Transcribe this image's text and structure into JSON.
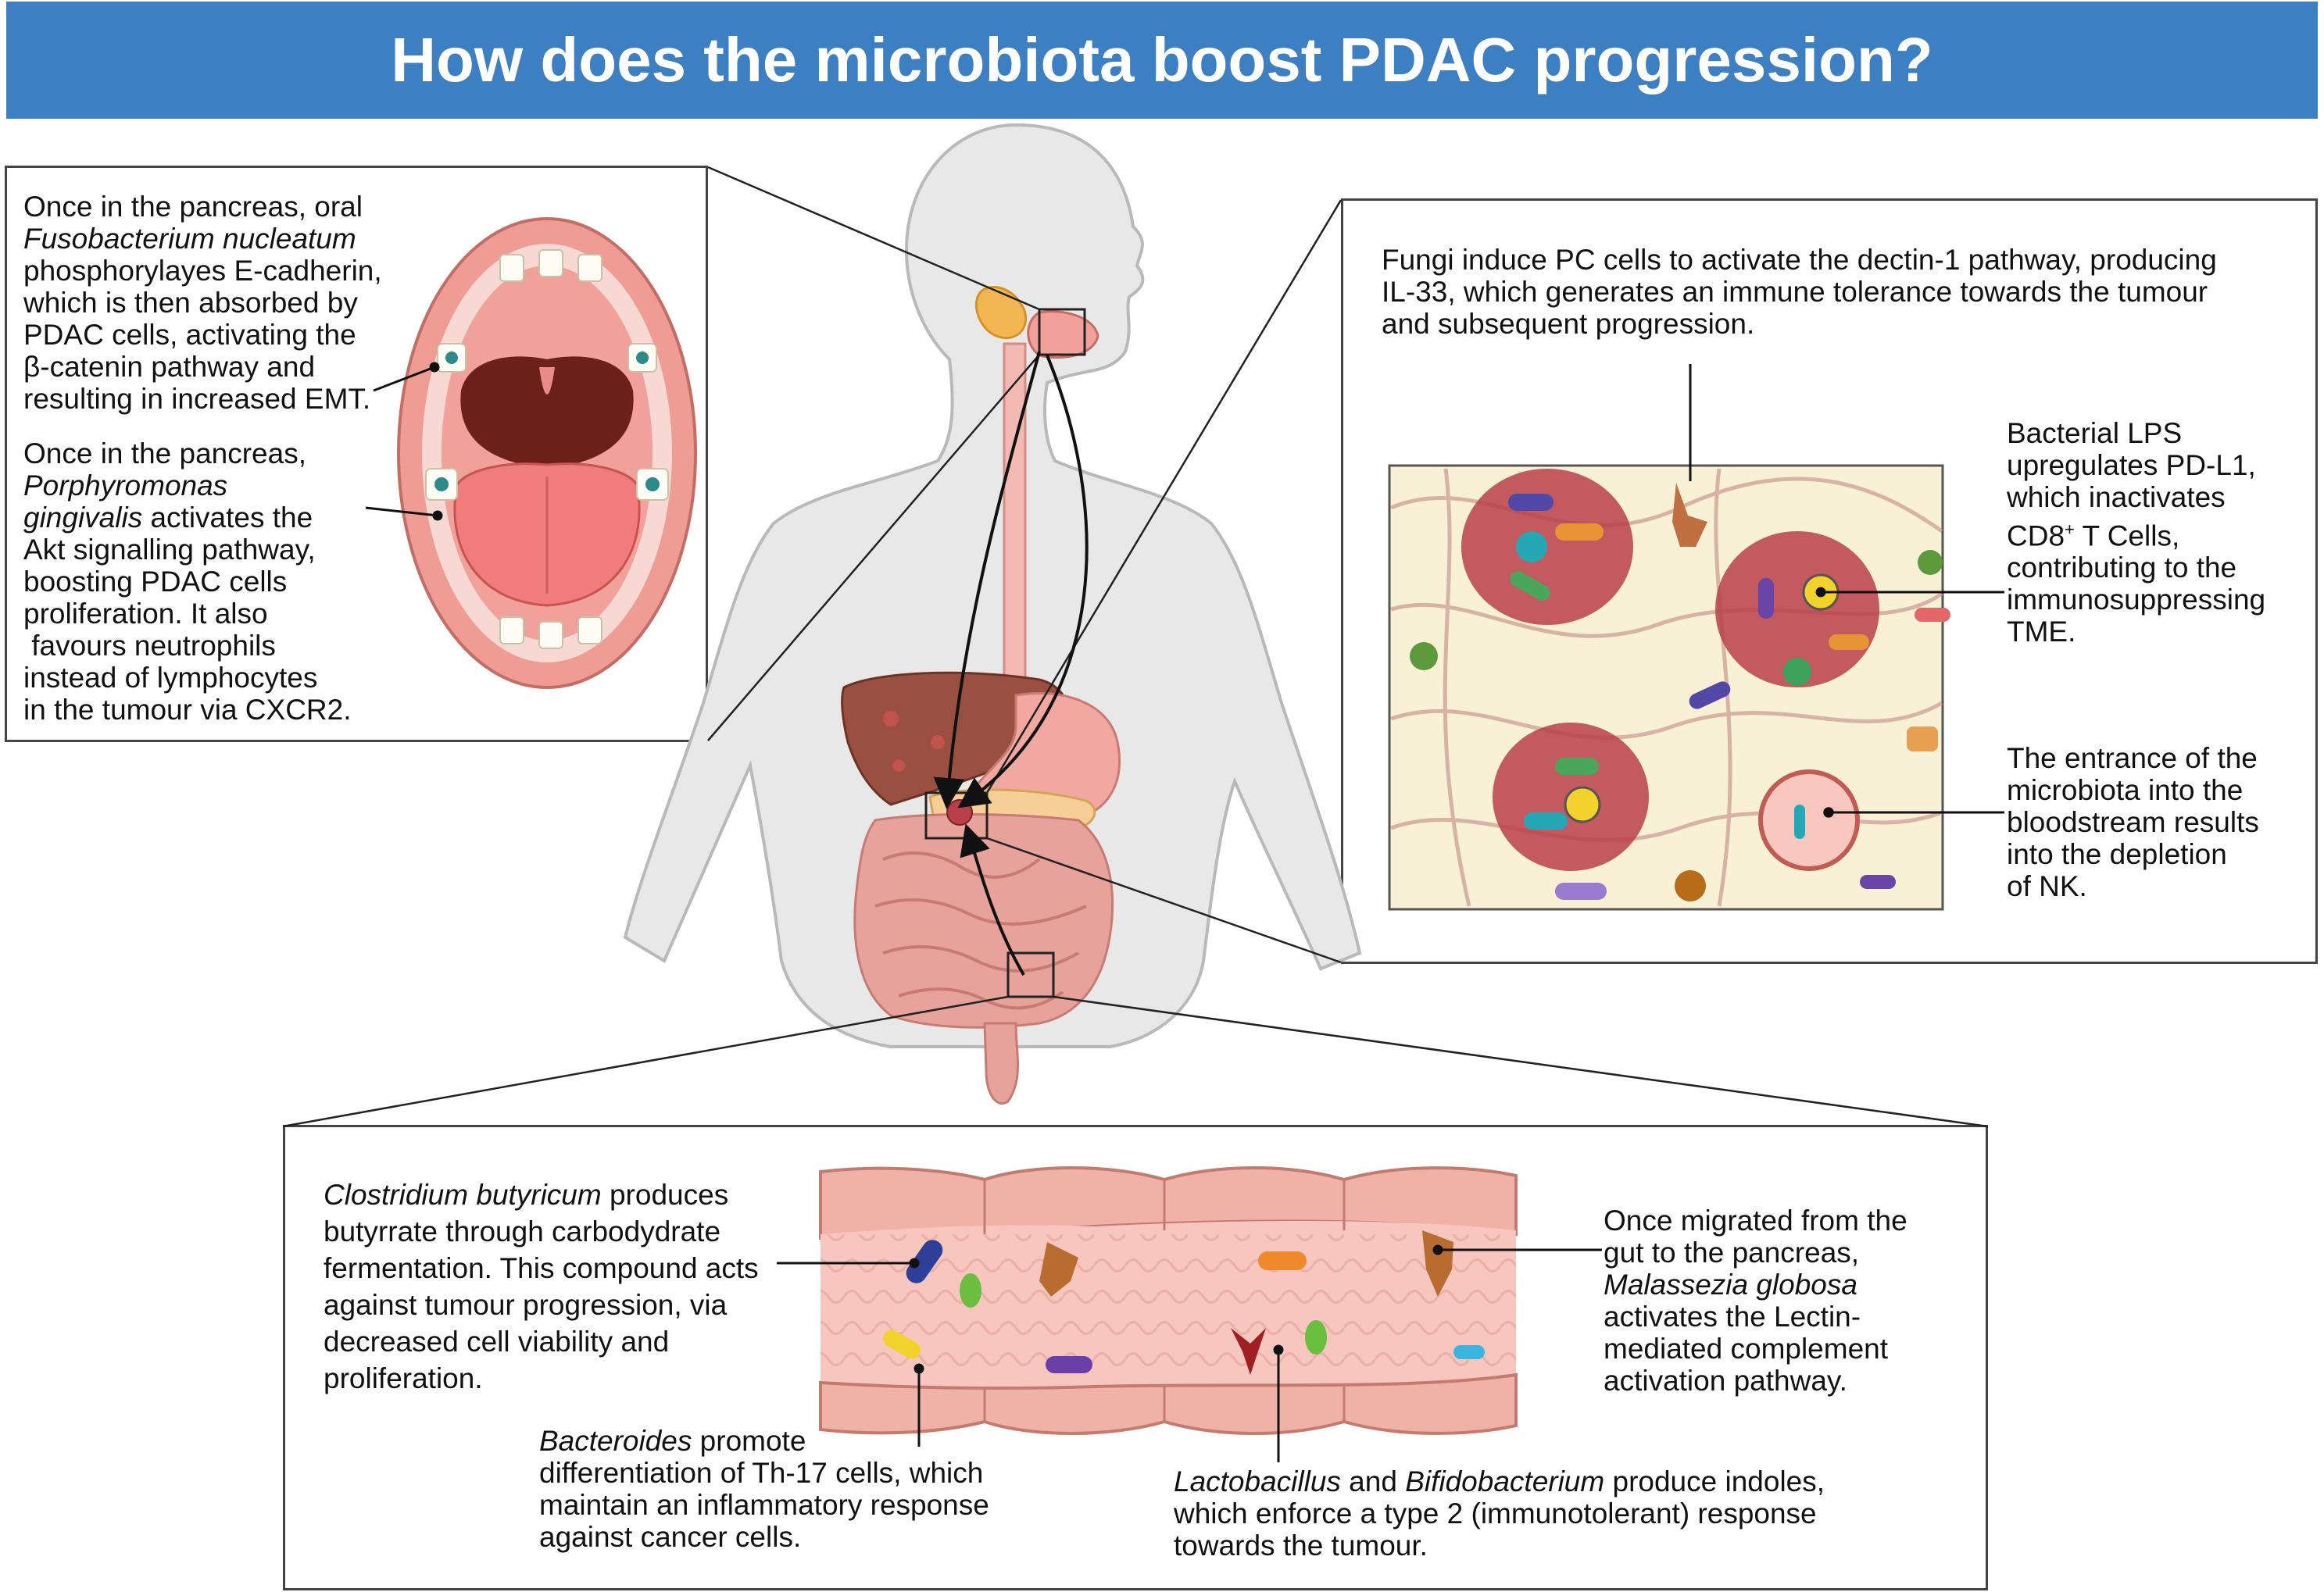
{
  "title": "How does the microbiota boost PDAC progression?",
  "colors": {
    "banner": "#3c7fc2",
    "skin": "#e8e8e8",
    "skin_outline": "#b9b9b9",
    "mouth_pink": "#f2a19a",
    "tongue": "#f07d7b",
    "throat": "#6b2019",
    "liver": "#9a5040",
    "intestine": "#e7a29b",
    "tme_background": "#f8f1d6",
    "tumour": "#b8404a",
    "gut_wall": "#f5b2ab",
    "connector": "#222222"
  },
  "mouth_panel": {
    "fusobacterium": {
      "pre": "Once in the pancreas, oral",
      "species": "Fusobacterium nucleatum",
      "post": [
        "phosphorylayes  E-cadherin,",
        "which is then absorbed by",
        "PDAC cells, activating the",
        "β-catenin pathway and",
        "resulting in increased EMT."
      ]
    },
    "porphyromonas": {
      "pre": "Once in the pancreas,",
      "species1": "Porphyromonas",
      "species2": "gingivalis",
      "post_inline": " activates the",
      "post": [
        "Akt signalling pathway,",
        "boosting PDAC cells",
        "proliferation. It also",
        " favours neutrophils",
        "instead of lymphocytes",
        "in the tumour via CXCR2."
      ]
    }
  },
  "tme_panel": {
    "fungi": [
      "Fungi induce PC cells to activate the dectin-1 pathway, producing",
      "IL-33, which generates an immune tolerance towards the tumour",
      "and subsequent progression."
    ],
    "lps": {
      "lines1": [
        "Bacterial LPS",
        "upregulates PD-L1,",
        "which inactivates"
      ],
      "cd8_base": "CD8",
      "cd8_sup": "+",
      "cd8_rest": " T Cells,",
      "lines2": [
        "contributing to the",
        "immunosuppressing",
        "TME."
      ]
    },
    "nk": [
      "The entrance of the",
      "microbiota into the",
      "bloodstream results",
      "into the depletion",
      "of NK."
    ]
  },
  "gut_panel": {
    "clostridium": {
      "species": "Clostridium butyricum",
      "inline": " produces",
      "lines": [
        "butyrrate through carbodydrate",
        "fermentation. This compound acts",
        "against tumour progression, via",
        "decreased cell viability and",
        "proliferation."
      ]
    },
    "bacteroides": {
      "species": "Bacteroides",
      "inline": " promote",
      "lines": [
        "differentiation of Th-17 cells, which",
        "maintain an inflammatory response",
        "against cancer cells."
      ]
    },
    "lactobacillus": {
      "species1": "Lactobacillus",
      "and": " and ",
      "species2": "Bifidobacterium",
      "inline": " produce indoles,",
      "lines": [
        "which enforce a type 2 (immunotolerant) response",
        "towards the tumour."
      ]
    },
    "malassezia": {
      "lines1": [
        "Once migrated from the",
        "gut to the pancreas,"
      ],
      "species": "Malassezia globosa",
      "lines2": [
        "activates the Lectin-",
        "mediated complement",
        "activation pathway."
      ]
    }
  }
}
